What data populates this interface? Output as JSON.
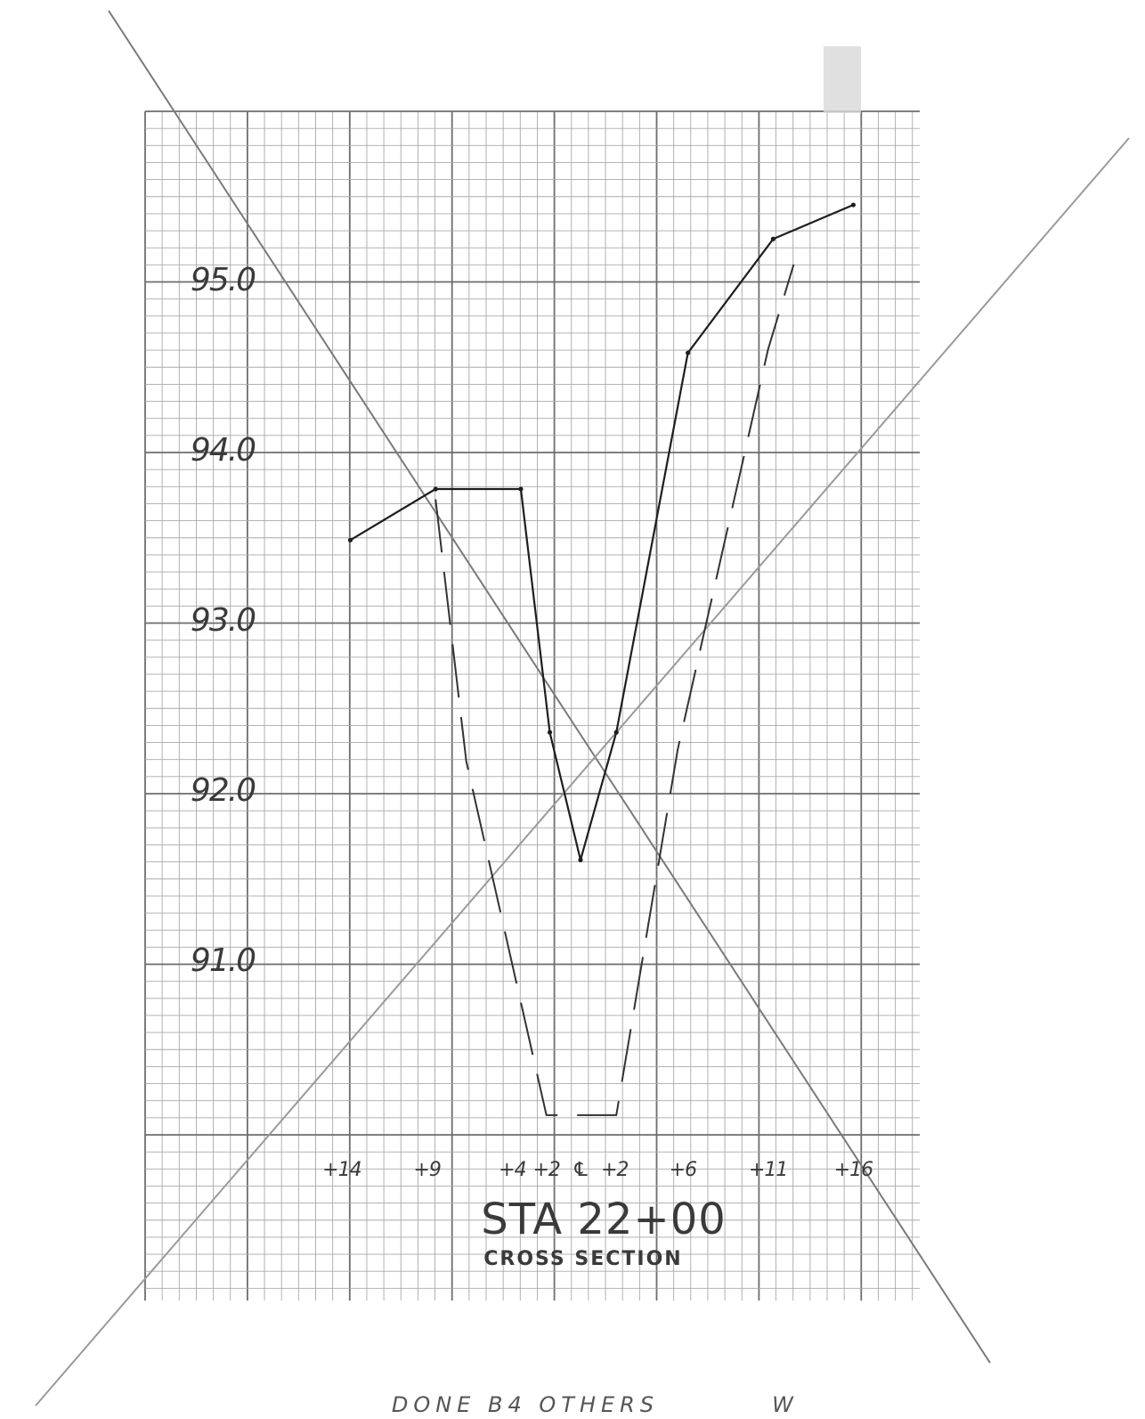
{
  "chart_data": {
    "type": "line",
    "title": "STA 22+00",
    "subtitle": "CROSS SECTION",
    "footer_note": "DONE B4 OTHERS",
    "initials": "W",
    "y_ticks": [
      "95.0",
      "94.0",
      "93.0",
      "92.0",
      "91.0"
    ],
    "y_tick_values": [
      95,
      94,
      93,
      92,
      91
    ],
    "ylim": [
      89.0,
      96.0
    ],
    "x_ticks": [
      "+14",
      "+9",
      "+4",
      "+2",
      "℄",
      "+2",
      "+6",
      "+11",
      "+16"
    ],
    "x_tick_offsets": [
      -14,
      -9,
      -4,
      -2,
      0,
      2,
      6,
      11,
      16
    ],
    "xlim": [
      -25.5,
      20.0
    ],
    "grid": true,
    "series": [
      {
        "x": [
          -13.5,
          -8.5,
          -3.5,
          -1.8,
          0,
          2.1,
          6.3,
          11.3,
          16.0
        ],
        "y": [
          93.48,
          93.78,
          93.78,
          92.35,
          91.6,
          92.35,
          94.58,
          95.25,
          95.45
        ]
      },
      {
        "x": [
          -8.5,
          -6.7,
          -2.0,
          2.1,
          5.7,
          11.0,
          12.5
        ],
        "y": [
          93.72,
          92.18,
          90.1,
          90.1,
          92.25,
          94.6,
          95.1
        ]
      }
    ],
    "crossouts": [
      "x-diagonal"
    ]
  }
}
